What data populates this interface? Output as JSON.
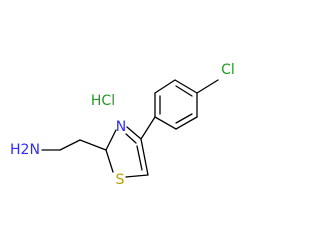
{
  "structure": {
    "salt": "HCl",
    "amine": "H2N",
    "nitrogen": "N",
    "sulfur": "S",
    "chlorine": "Cl"
  },
  "colors": {
    "bond": "#000000",
    "nitrogen": "#2c2cff",
    "sulfur": "#b8a000",
    "chlorine": "#1f9c1f",
    "salt": "#1f9c1f"
  }
}
